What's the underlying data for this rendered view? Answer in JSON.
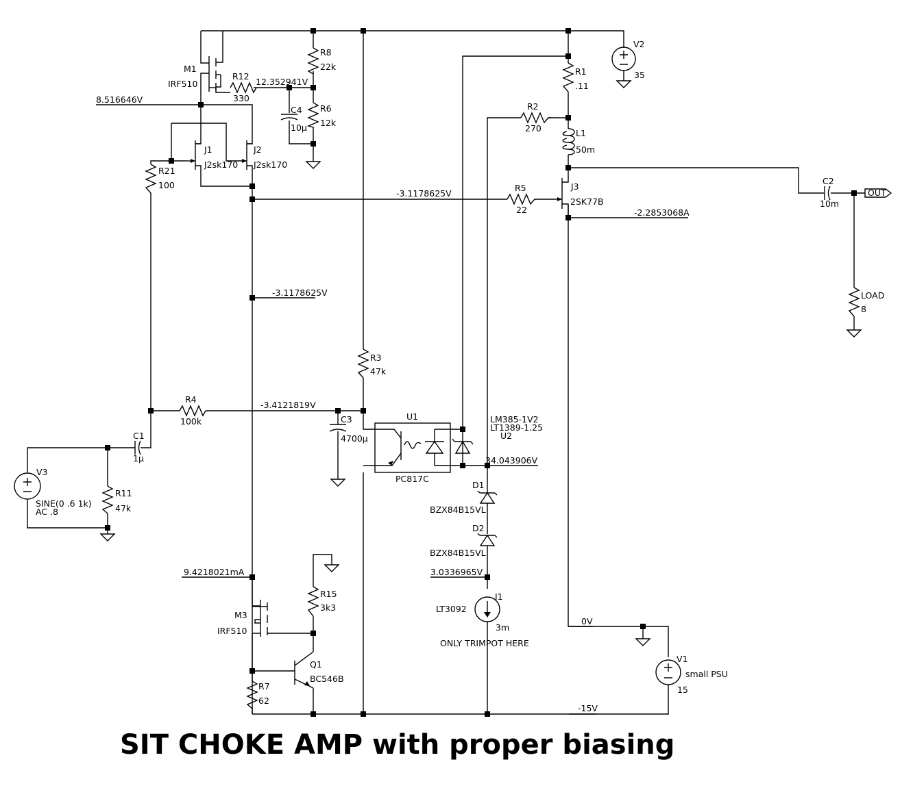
{
  "title": "SIT CHOKE AMP with proper biasing",
  "components": {
    "M1": {
      "ref": "M1",
      "value": "IRF510"
    },
    "R12": {
      "ref": "R12",
      "value": "330"
    },
    "R8": {
      "ref": "R8",
      "value": "22k"
    },
    "R6": {
      "ref": "R6",
      "value": "12k"
    },
    "C4": {
      "ref": "C4",
      "value": "10µ"
    },
    "J1": {
      "ref": "J1",
      "value": "J2sk170"
    },
    "J2": {
      "ref": "J2",
      "value": "J2sk170"
    },
    "R21": {
      "ref": "R21",
      "value": "100"
    },
    "V2": {
      "ref": "V2",
      "value": "35"
    },
    "R1": {
      "ref": "R1",
      "value": ".11"
    },
    "R2": {
      "ref": "R2",
      "value": "270"
    },
    "L1": {
      "ref": "L1",
      "value": "50m"
    },
    "J3": {
      "ref": "J3",
      "value": "2SK77B"
    },
    "R5": {
      "ref": "R5",
      "value": "22"
    },
    "C2": {
      "ref": "C2",
      "value": "10m"
    },
    "LOAD": {
      "ref": "LOAD",
      "value": "8"
    },
    "R3": {
      "ref": "R3",
      "value": "47k"
    },
    "R4": {
      "ref": "R4",
      "value": "100k"
    },
    "C3": {
      "ref": "C3",
      "value": "4700µ"
    },
    "C1": {
      "ref": "C1",
      "value": "1µ"
    },
    "V3": {
      "ref": "V3",
      "value": "SINE(0 .6 1k)",
      "value2": "AC .8"
    },
    "R11": {
      "ref": "R11",
      "value": "47k"
    },
    "U1": {
      "ref": "U1",
      "value": "PC817C"
    },
    "U2": {
      "ref": "U2",
      "value": "LM385-1V2",
      "value2": "LT1389-1.25"
    },
    "D1": {
      "ref": "D1",
      "value": "BZX84B15VL"
    },
    "D2": {
      "ref": "D2",
      "value": "BZX84B15VL"
    },
    "I1": {
      "ref": "I1",
      "value": "3m",
      "note": "LT3092"
    },
    "M3": {
      "ref": "M3",
      "value": "IRF510"
    },
    "R15": {
      "ref": "R15",
      "value": "3k3"
    },
    "Q1": {
      "ref": "Q1",
      "value": "BC546B"
    },
    "R7": {
      "ref": "R7",
      "value": "62"
    },
    "V1": {
      "ref": "V1",
      "value": "15",
      "note": "small PSU"
    }
  },
  "net_labels": {
    "n1": "12.352941V",
    "n2": "8.516646V",
    "n3": "-3.1178625V",
    "n4": "-2.2853068A",
    "n5": "-3.1178625V",
    "n6": "-3.4121819V",
    "n7": "34.043906V",
    "n8": "9.4218021mA",
    "n9": "3.0336965V",
    "n10": "0V",
    "n11": "-15V"
  },
  "port": {
    "label": "OUT"
  },
  "notes": {
    "trimpot": "ONLY TRIMPOT HERE"
  }
}
